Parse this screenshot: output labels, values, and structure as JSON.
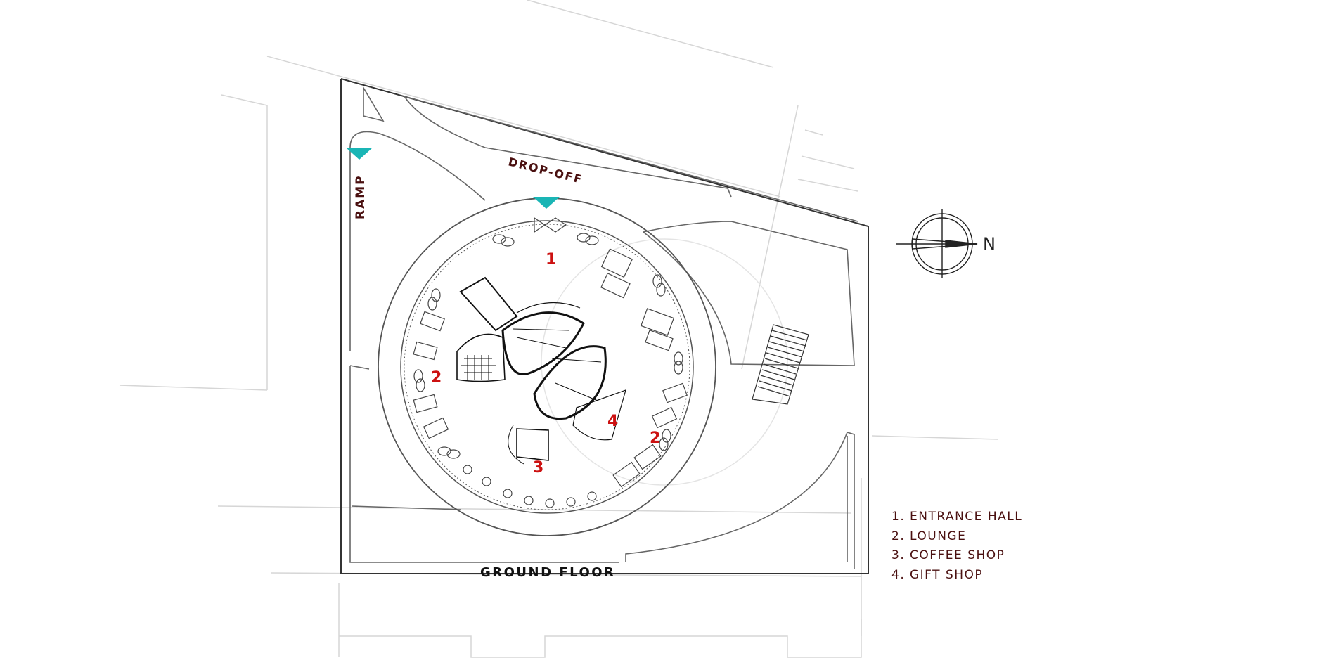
{
  "labels": {
    "ramp": "RAMP",
    "drop_off": "DROP-OFF",
    "ground_floor": "GROUND FLOOR",
    "north": "N"
  },
  "rooms": [
    {
      "num": "1",
      "name": "ENTRANCE HALL"
    },
    {
      "num": "2",
      "name": "LOUNGE"
    },
    {
      "num": "3",
      "name": "COFFEE SHOP"
    },
    {
      "num": "4",
      "name": "GIFT SHOP"
    }
  ],
  "room_markers": [
    {
      "num": "1"
    },
    {
      "num": "2"
    },
    {
      "num": "2"
    },
    {
      "num": "3"
    },
    {
      "num": "4"
    }
  ],
  "legend": [
    {
      "num": "1.",
      "name": "ENTRANCE HALL"
    },
    {
      "num": "2.",
      "name": "LOUNGE"
    },
    {
      "num": "3.",
      "name": "COFFEE SHOP"
    },
    {
      "num": "4.",
      "name": "GIFT SHOP"
    }
  ],
  "colors": {
    "label_text": "#4a1010",
    "room_number": "#cc1111",
    "entrance_marker": "#1ab5b5",
    "lines": "#555555",
    "context_lines": "#d4d4d4",
    "core_lines": "#111111"
  },
  "icons": [
    "entrance-arrow-icon",
    "north-arrow-icon"
  ]
}
